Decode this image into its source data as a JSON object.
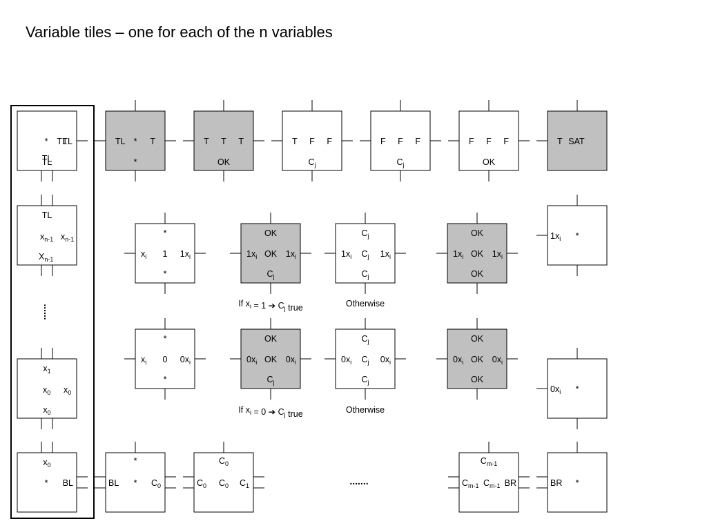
{
  "title": "Variable tiles – one for each of the n variables",
  "colors": {
    "shaded_tile": "#c0c0c0",
    "plain_tile": "#ffffff",
    "stroke": "#000000"
  },
  "tiles": {
    "column": {
      "tl": {
        "top": "*",
        "right": "TL",
        "bottom": "TL"
      },
      "upper": {
        "top": "TL",
        "left": "x",
        "left_sub": "n-1",
        "right": "x",
        "right_sub": "n-1",
        "bottom": "X",
        "bottom_sub": "n-1"
      },
      "ellipsis": "......",
      "lower": {
        "top": "x",
        "top_sub": "1",
        "left": "x",
        "left_sub": "0",
        "right": "x",
        "right_sub": "0",
        "bottom": "x",
        "bottom_sub": "0"
      },
      "bl": {
        "top": "x",
        "top_sub": "0",
        "left": "*",
        "right": "BL"
      }
    },
    "row1": [
      {
        "left": "TL",
        "center": "*",
        "right": "T",
        "bottom": "*"
      },
      {
        "left": "T",
        "center": "T",
        "right": "T",
        "bottom": "OK"
      },
      {
        "left": "T",
        "center": "F",
        "right": "F",
        "bottom": "C",
        "bottom_sub": "j"
      },
      {
        "left": "F",
        "center": "F",
        "right": "F",
        "bottom": "C",
        "bottom_sub": "j"
      },
      {
        "left": "F",
        "center": "F",
        "right": "F",
        "bottom": "OK"
      },
      {
        "left": "T",
        "right": "SAT"
      }
    ],
    "row1_tile": {
      "top": "*",
      "left": "x",
      "left_sub": "i",
      "center": "1",
      "right": "1x",
      "right_sub": "i",
      "bottom": "*"
    },
    "row0_tile": {
      "top": "*",
      "left": "x",
      "left_sub": "i",
      "center": "0",
      "right": "0x",
      "right_sub": "i",
      "bottom": "*"
    },
    "ok_true_1": {
      "top": "OK",
      "left": "1x",
      "left_sub": "i",
      "center": "OK",
      "right": "1x",
      "right_sub": "i",
      "bottom": "C",
      "bottom_sub": "j"
    },
    "otherwise_1": {
      "top": "C",
      "top_sub": "j",
      "left": "1x",
      "left_sub": "i",
      "center": "C",
      "center_sub": "j",
      "right": "1x",
      "right_sub": "i",
      "bottom": "C",
      "bottom_sub": "j"
    },
    "ok_ok_1": {
      "top": "OK",
      "left": "1x",
      "left_sub": "i",
      "center": "OK",
      "right": "1x",
      "right_sub": "i",
      "bottom": "OK"
    },
    "ok_true_0": {
      "top": "OK",
      "left": "0x",
      "left_sub": "i",
      "center": "OK",
      "right": "0x",
      "right_sub": "i",
      "bottom": "C",
      "bottom_sub": "j"
    },
    "otherwise_0": {
      "top": "C",
      "top_sub": "j",
      "left": "0x",
      "left_sub": "i",
      "center": "C",
      "center_sub": "j",
      "right": "0x",
      "right_sub": "i",
      "bottom": "C",
      "bottom_sub": "j"
    },
    "ok_ok_0": {
      "top": "OK",
      "left": "0x",
      "left_sub": "i",
      "center": "OK",
      "right": "0x",
      "right_sub": "i",
      "bottom": "OK"
    },
    "end1": {
      "left": "1x",
      "left_sub": "i",
      "right": "*"
    },
    "end0": {
      "left": "0x",
      "left_sub": "i",
      "right": "*"
    },
    "bottom_row": [
      {
        "top": "*",
        "left": "BL",
        "center": "*",
        "right": "C",
        "right_sub": "0"
      },
      {
        "top": "C",
        "top_sub": "0",
        "left": "C",
        "left_sub": "0",
        "center": "C",
        "center_sub": "0",
        "right": "C",
        "right_sub": "1"
      },
      {
        "top": "C",
        "top_sub": "m-1",
        "left": "C",
        "left_sub": "m-1",
        "center": "C",
        "center_sub": "m-1",
        "right": "BR"
      },
      {
        "left": "BR",
        "right": "*"
      }
    ],
    "bottom_ellipsis": "......."
  },
  "captions": {
    "if_one_prefix": "If x",
    "if_one_sub": "i",
    "if_one_mid": " = 1 ",
    "if_one_arrow": "➔",
    "if_one_c": " C",
    "if_one_c_sub": "j",
    "if_one_suffix": " true",
    "otherwise_one": "Otherwise",
    "if_zero_prefix": "If x",
    "if_zero_sub": "i",
    "if_zero_mid": " = 0 ",
    "if_zero_arrow": "➔",
    "if_zero_c": " C",
    "if_zero_c_sub": "j",
    "if_zero_suffix": " true",
    "otherwise_zero": "Otherwise"
  }
}
